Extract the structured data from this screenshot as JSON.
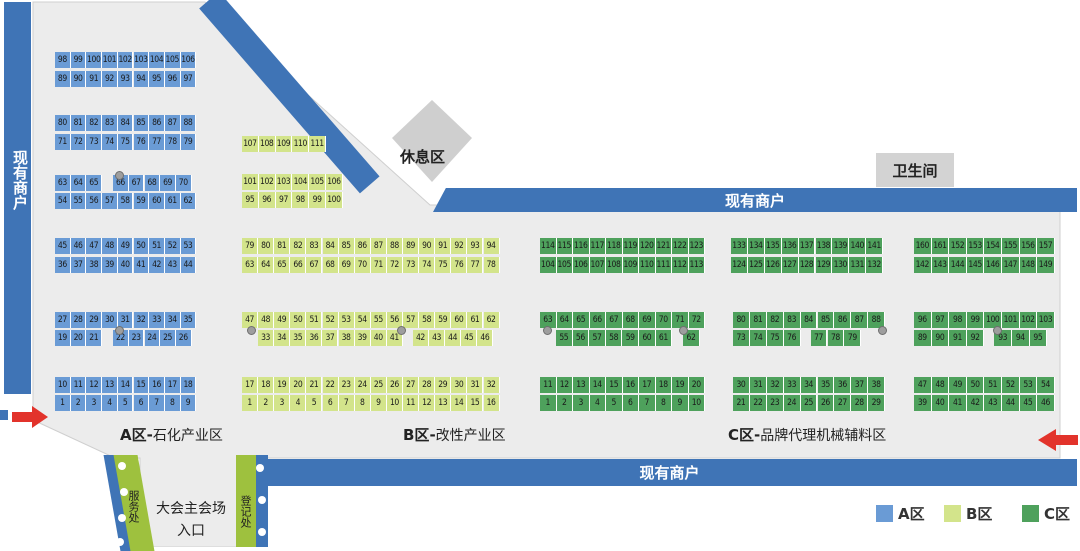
{
  "zones": {
    "A": {
      "legend": "A区",
      "label_prefix": "A区",
      "label_sep": "-",
      "label_name": "石化产业区",
      "color": "#6a9bd5"
    },
    "B": {
      "legend": "B区",
      "label_prefix": "B区",
      "label_sep": "-",
      "label_name": "改性产业区",
      "color": "#d3e48b"
    },
    "C": {
      "legend": "C区",
      "label_prefix": "C区",
      "label_sep": "-",
      "label_name": "品牌代理机械辅料区",
      "color": "#4ea15c"
    }
  },
  "streets": {
    "left": "现有商户",
    "diagonal": "现有商户",
    "middle": "现有商户",
    "bottom": "现有商户"
  },
  "facilities": {
    "rest_area": "休息区",
    "restroom": "卫生间",
    "service_desk": "服务处",
    "registration": "登记处",
    "entrance_line1": "大会主会场",
    "entrance_line2": "入口"
  },
  "booth_rows": [
    {
      "zone": "A",
      "numbers": [
        "98",
        "99",
        "100",
        "101",
        "102",
        "103",
        "104",
        "105",
        "106"
      ]
    },
    {
      "zone": "A",
      "numbers": [
        "89",
        "90",
        "91",
        "92",
        "93",
        "94",
        "95",
        "96",
        "97"
      ]
    },
    {
      "zone": "A",
      "numbers": [
        "80",
        "81",
        "82",
        "83",
        "84",
        "85",
        "86",
        "87",
        "88"
      ]
    },
    {
      "zone": "A",
      "numbers": [
        "71",
        "72",
        "73",
        "74",
        "75",
        "76",
        "77",
        "78",
        "79"
      ]
    },
    {
      "zone": "A",
      "numbers": [
        "63",
        "64",
        "65",
        "66",
        "67",
        "68",
        "69",
        "70"
      ]
    },
    {
      "zone": "A",
      "numbers": [
        "54",
        "55",
        "56",
        "57",
        "58",
        "59",
        "60",
        "61",
        "62"
      ]
    },
    {
      "zone": "A",
      "numbers": [
        "45",
        "46",
        "47",
        "48",
        "49",
        "50",
        "51",
        "52",
        "53"
      ]
    },
    {
      "zone": "A",
      "numbers": [
        "36",
        "37",
        "38",
        "39",
        "40",
        "41",
        "42",
        "43",
        "44"
      ]
    },
    {
      "zone": "A",
      "numbers": [
        "27",
        "28",
        "29",
        "30",
        "31",
        "32",
        "33",
        "34",
        "35"
      ]
    },
    {
      "zone": "A",
      "numbers": [
        "19",
        "20",
        "21",
        "22",
        "23",
        "24",
        "25",
        "26"
      ]
    },
    {
      "zone": "A",
      "numbers": [
        "10",
        "11",
        "12",
        "13",
        "14",
        "15",
        "16",
        "17",
        "18"
      ]
    },
    {
      "zone": "A",
      "numbers": [
        "1",
        "2",
        "3",
        "4",
        "5",
        "6",
        "7",
        "8",
        "9"
      ]
    },
    {
      "zone": "B",
      "numbers": [
        "107",
        "108",
        "109",
        "110",
        "111"
      ]
    },
    {
      "zone": "B",
      "numbers": [
        "101",
        "102",
        "103",
        "104",
        "105",
        "106"
      ]
    },
    {
      "zone": "B",
      "numbers": [
        "95",
        "96",
        "97",
        "98",
        "99",
        "100"
      ]
    },
    {
      "zone": "B",
      "numbers": [
        "79",
        "80",
        "81",
        "82",
        "83",
        "84",
        "85",
        "86",
        "87",
        "88",
        "89",
        "90",
        "91",
        "92",
        "93",
        "94"
      ]
    },
    {
      "zone": "B",
      "numbers": [
        "63",
        "64",
        "65",
        "66",
        "67",
        "68",
        "69",
        "70",
        "71",
        "72",
        "73",
        "74",
        "75",
        "76",
        "77",
        "78"
      ]
    },
    {
      "zone": "B",
      "numbers": [
        "47",
        "48",
        "49",
        "50",
        "51",
        "52",
        "53",
        "54",
        "55",
        "56",
        "57",
        "58",
        "59",
        "60",
        "61",
        "62"
      ]
    },
    {
      "zone": "B",
      "numbers": [
        "33",
        "34",
        "35",
        "36",
        "37",
        "38",
        "39",
        "40",
        "41",
        "42",
        "43",
        "44",
        "45",
        "46"
      ]
    },
    {
      "zone": "B",
      "numbers": [
        "17",
        "18",
        "19",
        "20",
        "21",
        "22",
        "23",
        "24",
        "25",
        "26",
        "27",
        "28",
        "29",
        "30",
        "31",
        "32"
      ]
    },
    {
      "zone": "B",
      "numbers": [
        "1",
        "2",
        "3",
        "4",
        "5",
        "6",
        "7",
        "8",
        "9",
        "10",
        "11",
        "12",
        "13",
        "14",
        "15",
        "16"
      ]
    },
    {
      "zone": "C",
      "numbers": [
        "114",
        "115",
        "116",
        "117",
        "118",
        "119",
        "120",
        "121",
        "122",
        "123"
      ]
    },
    {
      "zone": "C",
      "numbers": [
        "104",
        "105",
        "106",
        "107",
        "108",
        "109",
        "110",
        "111",
        "112",
        "113"
      ]
    },
    {
      "zone": "C",
      "numbers": [
        "63",
        "64",
        "65",
        "66",
        "67",
        "68",
        "69",
        "70",
        "71",
        "72"
      ]
    },
    {
      "zone": "C",
      "numbers": [
        "55",
        "56",
        "57",
        "58",
        "59",
        "60",
        "61",
        "62"
      ]
    },
    {
      "zone": "C",
      "numbers": [
        "11",
        "12",
        "13",
        "14",
        "15",
        "16",
        "17",
        "18",
        "19",
        "20"
      ]
    },
    {
      "zone": "C",
      "numbers": [
        "1",
        "2",
        "3",
        "4",
        "5",
        "6",
        "7",
        "8",
        "9",
        "10"
      ]
    },
    {
      "zone": "C",
      "numbers": [
        "133",
        "134",
        "135",
        "136",
        "137",
        "138",
        "139",
        "140",
        "141"
      ]
    },
    {
      "zone": "C",
      "numbers": [
        "124",
        "125",
        "126",
        "127",
        "128",
        "129",
        "130",
        "131",
        "132"
      ]
    },
    {
      "zone": "C",
      "numbers": [
        "80",
        "81",
        "82",
        "83",
        "84",
        "85",
        "86",
        "87",
        "88"
      ]
    },
    {
      "zone": "C",
      "numbers": [
        "73",
        "74",
        "75",
        "76",
        "77",
        "78",
        "79"
      ]
    },
    {
      "zone": "C",
      "numbers": [
        "30",
        "31",
        "32",
        "33",
        "34",
        "35",
        "36",
        "37",
        "38"
      ]
    },
    {
      "zone": "C",
      "numbers": [
        "21",
        "22",
        "23",
        "24",
        "25",
        "26",
        "27",
        "28",
        "29"
      ]
    },
    {
      "zone": "C",
      "numbers": [
        "160",
        "161",
        "152",
        "153",
        "154",
        "155",
        "156",
        "157"
      ]
    },
    {
      "zone": "C",
      "numbers": [
        "142",
        "143",
        "144",
        "145",
        "146",
        "147",
        "148",
        "149"
      ]
    },
    {
      "zone": "C",
      "numbers": [
        "96",
        "97",
        "98",
        "99",
        "100",
        "101",
        "102",
        "103"
      ]
    },
    {
      "zone": "C",
      "numbers": [
        "89",
        "90",
        "91",
        "92",
        "93",
        "94",
        "95"
      ]
    },
    {
      "zone": "C",
      "numbers": [
        "47",
        "48",
        "49",
        "50",
        "51",
        "52",
        "53",
        "54"
      ]
    },
    {
      "zone": "C",
      "numbers": [
        "39",
        "40",
        "41",
        "42",
        "43",
        "44",
        "45",
        "46"
      ]
    }
  ]
}
